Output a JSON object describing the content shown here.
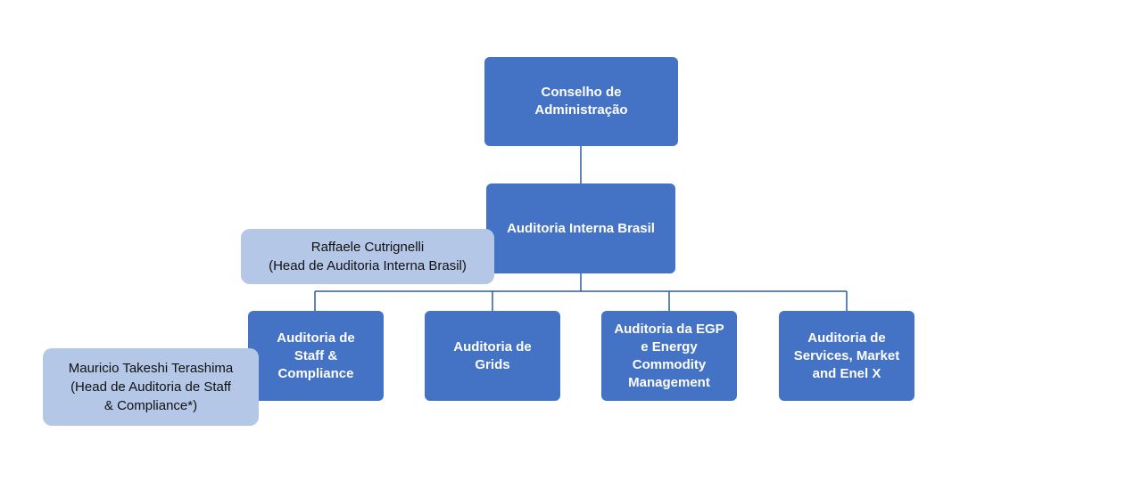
{
  "colors": {
    "node_fill": "#4472C4",
    "node_text": "#ffffff",
    "callout_fill": "#B4C7E7",
    "callout_text": "#111111",
    "connector": "#2E5C9A"
  },
  "org_chart": {
    "board": {
      "label": "Conselho de\nAdministração"
    },
    "internal_audit": {
      "label": "Auditoria Interna Brasil"
    },
    "units": [
      {
        "label": "Auditoria de\nStaff &\nCompliance"
      },
      {
        "label": "Auditoria de\nGrids"
      },
      {
        "label": "Auditoria da EGP\ne Energy\nCommodity\nManagement"
      },
      {
        "label": "Auditoria de\nServices, Market\nand Enel X"
      }
    ],
    "callouts": {
      "head_internal_audit": {
        "text": "Raffaele Cutrignelli\n(Head de Auditoria Interna Brasil)"
      },
      "head_staff_compliance": {
        "text": "Mauricio Takeshi Terashima\n(Head de Auditoria de Staff\n& Compliance*)"
      }
    }
  }
}
